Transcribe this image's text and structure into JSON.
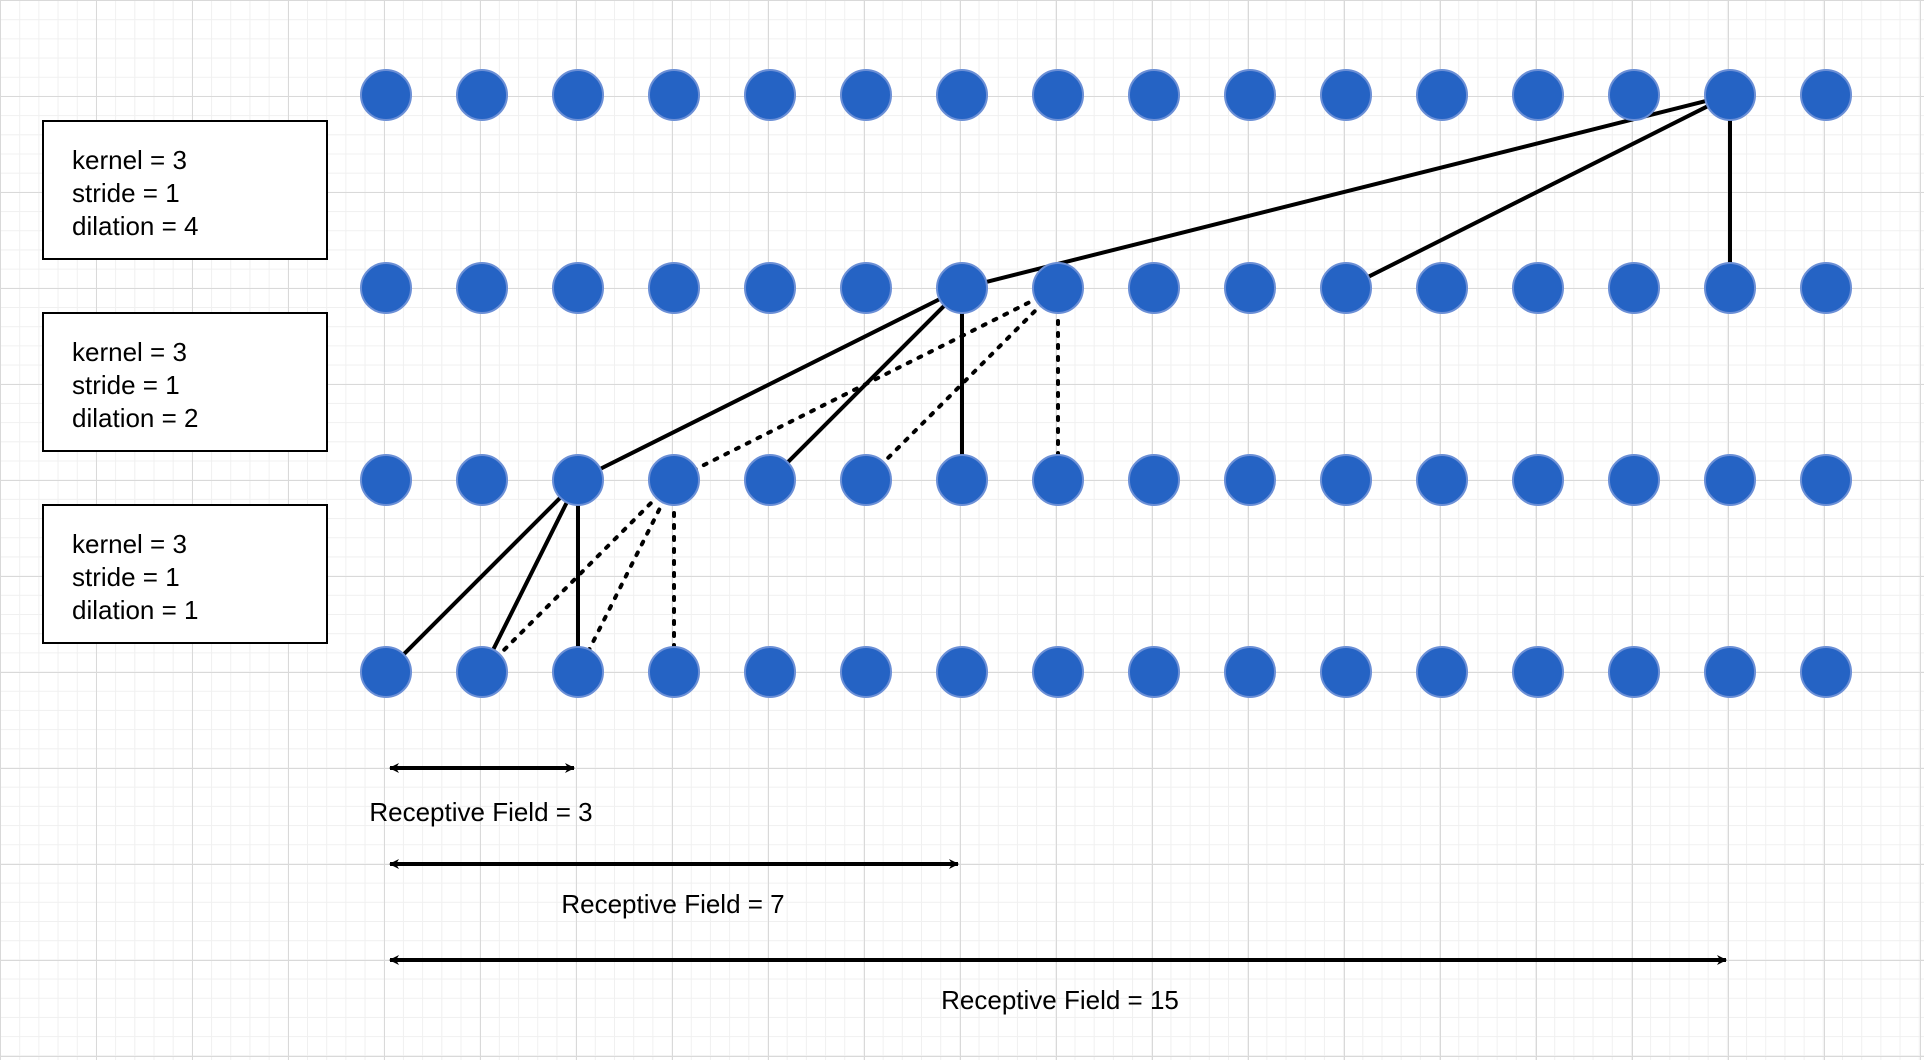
{
  "diagram": {
    "colors": {
      "node_fill": "#2563c4",
      "node_stroke": "#6b8fd6",
      "edge": "#000000",
      "grid": "#d9d9d9"
    },
    "layers": [
      {
        "kernel": "kernel = 3",
        "stride": "stride = 1",
        "dilation": "dilation = 4"
      },
      {
        "kernel": "kernel = 3",
        "stride": "stride = 1",
        "dilation": "dilation = 2"
      },
      {
        "kernel": "kernel = 3",
        "stride": "stride = 1",
        "dilation": "dilation = 1"
      }
    ],
    "receptive_fields": [
      {
        "label": "Receptive Field = 3",
        "span": [
          0,
          2
        ]
      },
      {
        "label": "Receptive Field = 7",
        "span": [
          0,
          6
        ]
      },
      {
        "label": "Receptive Field = 15",
        "span": [
          0,
          14
        ]
      }
    ],
    "nodes_per_row": 16,
    "rows": 4
  }
}
